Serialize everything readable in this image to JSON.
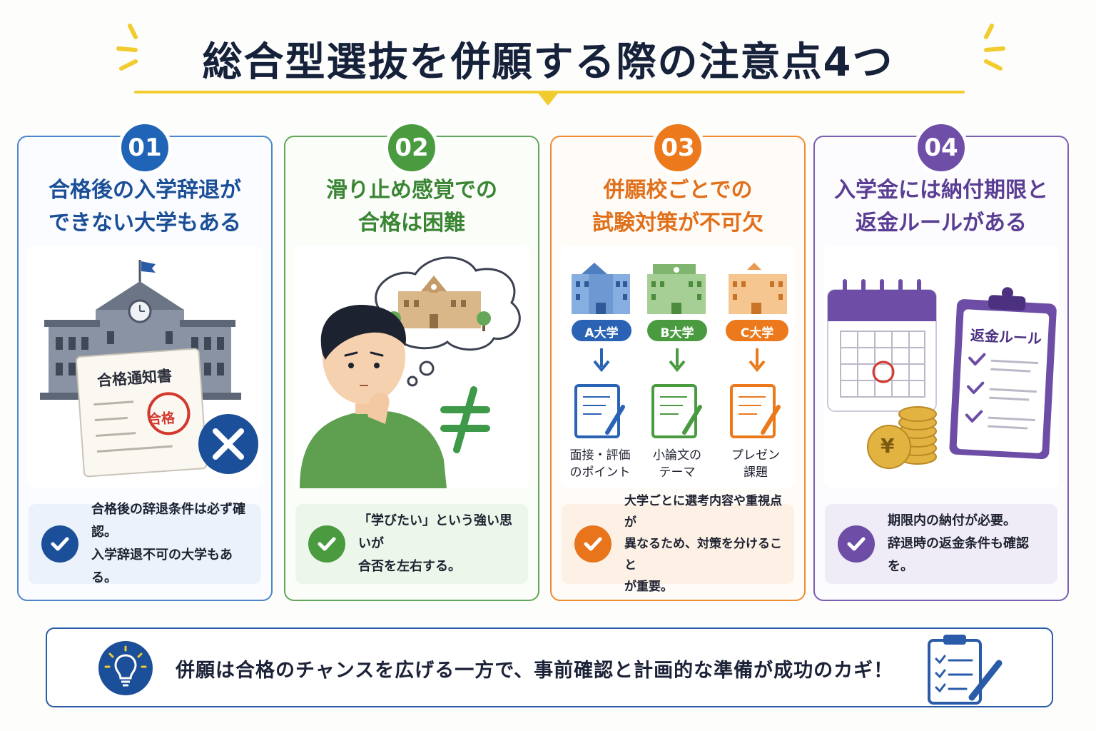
{
  "title": "総合型選抜を併願する際の注意点4つ",
  "colors": {
    "accent_yellow": "#f2cb2e",
    "blue": "#1f64b6",
    "green": "#4a9b40",
    "orange": "#ec7a1c",
    "purple": "#6f4ea8"
  },
  "cards": [
    {
      "number": "01",
      "title": "合格後の入学辞退が\nできない大学もある",
      "illustration": {
        "icon": "school-building-with-acceptance-letter-and-x-icon",
        "letter_title": "合格通知書",
        "stamp": "合格"
      },
      "note": "合格後の辞退条件は必ず確認。\n入学辞退不可の大学もある。",
      "note_icon": "check-icon"
    },
    {
      "number": "02",
      "title": "滑り止め感覚での\n合格は困難",
      "illustration": {
        "icon": "thinking-student-with-not-equal-icon",
        "symbol": "≠"
      },
      "note": "「学びたい」という強い思いが\n合否を左右する。",
      "note_icon": "check-icon"
    },
    {
      "number": "03",
      "title": "併願校ごとでの\n試験対策が不可欠",
      "illustration": {
        "icon": "three-universities-with-notebooks-icon",
        "schools": [
          {
            "name": "A大学",
            "task": "面接・評価\nのポイント"
          },
          {
            "name": "B大学",
            "task": "小論文の\nテーマ"
          },
          {
            "name": "C大学",
            "task": "プレゼン\n課題"
          }
        ]
      },
      "note": "大学ごとに選考内容や重視点が\n異なるため、対策を分けること\nが重要。",
      "note_icon": "check-icon"
    },
    {
      "number": "04",
      "title": "入学金には納付期限と\n返金ルールがある",
      "illustration": {
        "icon": "calendar-coins-clipboard-icon",
        "clipboard_title": "返金ルール",
        "coin_symbol": "¥"
      },
      "note": "期限内の納付が必要。\n辞退時の返金条件も確認を。",
      "note_icon": "check-icon"
    }
  ],
  "bottom": {
    "icon": "lightbulb-icon",
    "text": "併願は合格のチャンスを広げる一方で、事前確認と計画的な準備が成功のカギ！",
    "right_icon": "checklist-clipboard-pencil-icon"
  }
}
